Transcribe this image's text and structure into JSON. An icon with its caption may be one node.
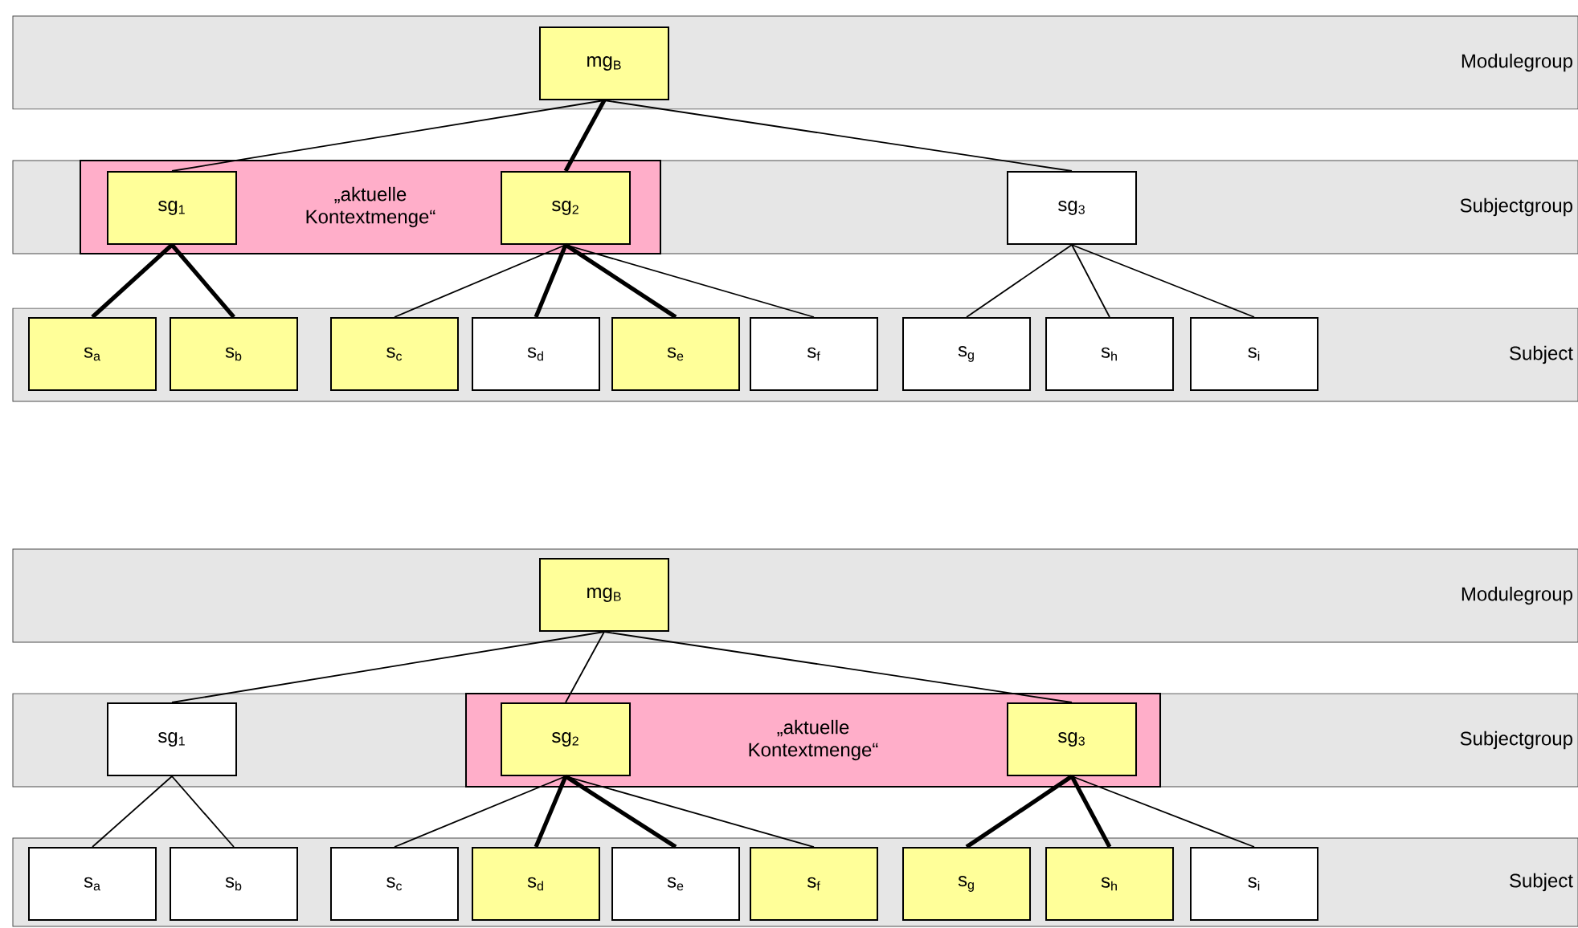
{
  "diagram": {
    "nodes": [
      {
        "text": [
          "Modulegroup"
        ]
      },
      {
        "text": [
          "mg$_{B}$"
        ],
        "in": 0
      },
      {
        "text": [
          "Subjectgroup"
        ]
      },
      {
        "text": [
          "„aktuelle Kontextmenge“"
        ],
        "in": 2
      },
      {
        "text": [
          "sg$_{1}$"
        ],
        "in": 3
      },
      {
        "text": [
          "sg$_{2}$"
        ],
        "in": 3
      },
      {
        "text": [
          "sg$_{3}$"
        ],
        "in": 2
      },
      {
        "text": [
          "Subject"
        ]
      },
      {
        "text": [
          "s$_{a}$"
        ],
        "in": 7
      },
      {
        "text": [
          "s$_{b}$"
        ],
        "in": 7
      },
      {
        "text": [
          "s$_{c}$"
        ],
        "in": 7
      },
      {
        "text": [
          "s$_{d}$"
        ],
        "in": 7
      },
      {
        "text": [
          "s$_{e}$"
        ],
        "in": 7
      },
      {
        "text": [
          "s$_{f}$"
        ],
        "in": 7
      },
      {
        "text": [
          "s$_{g}$"
        ],
        "in": 7
      },
      {
        "text": [
          "s$_{h}$"
        ],
        "in": 7
      },
      {
        "text": [
          "s$_{i}$"
        ],
        "in": 7
      },
      {
        "text": [
          "Modulegroup"
        ]
      },
      {
        "text": [
          "mg$_{B}$"
        ],
        "in": 17
      },
      {
        "text": [
          "Subjectgroup"
        ]
      },
      {
        "text": [
          "sg$_{1}$"
        ],
        "in": 19
      },
      {
        "text": [
          "„aktuelle Kontextmenge“"
        ],
        "in": 19
      },
      {
        "text": [
          "sg$_{2}$"
        ],
        "in": 21
      },
      {
        "text": [
          "sg$_{3}$"
        ],
        "in": 21
      },
      {
        "text": [
          "Subject"
        ]
      },
      {
        "text": [
          "s$_{a}$"
        ],
        "in": 24
      },
      {
        "text": [
          "s$_{b}$"
        ],
        "in": 24
      },
      {
        "text": [
          "s$_{c}$"
        ],
        "in": 24
      },
      {
        "text": [
          "s$_{d}$"
        ],
        "in": 24
      },
      {
        "text": [
          "s$_{e}$"
        ],
        "in": 24
      },
      {
        "text": [
          "s$_{f}$"
        ],
        "in": 24
      },
      {
        "text": [
          "s$_{g}$"
        ],
        "in": 24
      },
      {
        "text": [
          "s$_{h}$"
        ],
        "in": 24
      },
      {
        "text": [
          "s$_{i}$"
        ],
        "in": 24
      }
    ],
    "edges": [
      {
        "from": 1,
        "to": 4,
        "arrow": "none"
      },
      {
        "from": 1,
        "to": 5,
        "arrow": "none",
        "style": "thick"
      },
      {
        "from": 1,
        "to": 6,
        "arrow": "none"
      },
      {
        "from": 4,
        "to": 8,
        "arrow": "none",
        "style": "thick"
      },
      {
        "from": 4,
        "to": 9,
        "arrow": "none",
        "style": "thick"
      },
      {
        "from": 5,
        "to": 10,
        "arrow": "none"
      },
      {
        "from": 5,
        "to": 11,
        "arrow": "none",
        "style": "thick"
      },
      {
        "from": 5,
        "to": 12,
        "arrow": "none",
        "style": "thick"
      },
      {
        "from": 5,
        "to": 13,
        "arrow": "none"
      },
      {
        "from": 6,
        "to": 14,
        "arrow": "none"
      },
      {
        "from": 6,
        "to": 15,
        "arrow": "none"
      },
      {
        "from": 6,
        "to": 16,
        "arrow": "none"
      },
      {
        "from": 18,
        "to": 20,
        "arrow": "none"
      },
      {
        "from": 18,
        "to": 22,
        "arrow": "none"
      },
      {
        "from": 18,
        "to": 23,
        "arrow": "none"
      },
      {
        "from": 20,
        "to": 25,
        "arrow": "none"
      },
      {
        "from": 20,
        "to": 26,
        "arrow": "none"
      },
      {
        "from": 22,
        "to": 27,
        "arrow": "none"
      },
      {
        "from": 22,
        "to": 28,
        "arrow": "none",
        "style": "thick"
      },
      {
        "from": 22,
        "to": 29,
        "arrow": "none",
        "style": "thick"
      },
      {
        "from": 22,
        "to": 30,
        "arrow": "none"
      },
      {
        "from": 23,
        "to": 31,
        "arrow": "none",
        "style": "thick"
      },
      {
        "from": 23,
        "to": 32,
        "arrow": "none",
        "style": "thick"
      },
      {
        "from": 23,
        "to": 33,
        "arrow": "none"
      }
    ]
  }
}
